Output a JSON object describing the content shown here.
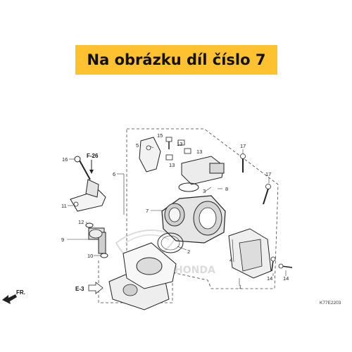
{
  "banner": {
    "text": "Na obrázku díl číslo 7",
    "color": "#fec12f"
  },
  "diagram": {
    "code": "K77E2203",
    "refs": {
      "f26": "F-26",
      "e3": "E-3",
      "fr": "FR."
    },
    "callouts": [
      "1",
      "2",
      "3",
      "4",
      "5",
      "6",
      "7",
      "8",
      "9",
      "10",
      "11",
      "12",
      "13",
      "13",
      "13",
      "14",
      "14",
      "15",
      "16",
      "17",
      "17"
    ],
    "watermark": "HONDA"
  }
}
